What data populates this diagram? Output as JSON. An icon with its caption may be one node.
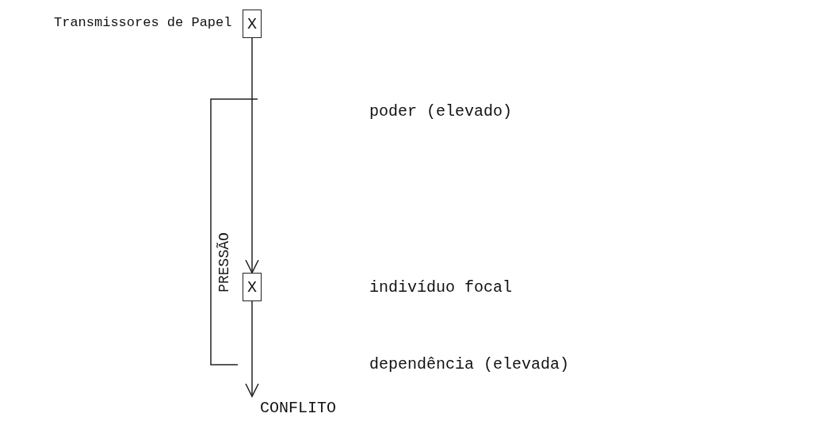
{
  "diagram": {
    "nodes": [
      {
        "text": [
          "X"
        ],
        "beside": [
          "Transmissores de Papel"
        ]
      },
      {
        "text": [
          "X"
        ]
      },
      {
        "text": [
          "CONFLITO"
        ]
      }
    ],
    "edges": [
      {
        "from": 0,
        "to": 1,
        "arrow": "to"
      },
      {
        "from": 1,
        "to": 2,
        "arrow": "to"
      }
    ],
    "labels": [
      "poder (elevado)",
      "PRESSÃO",
      "indivíduo focal",
      "dependência (elevada)"
    ]
  }
}
